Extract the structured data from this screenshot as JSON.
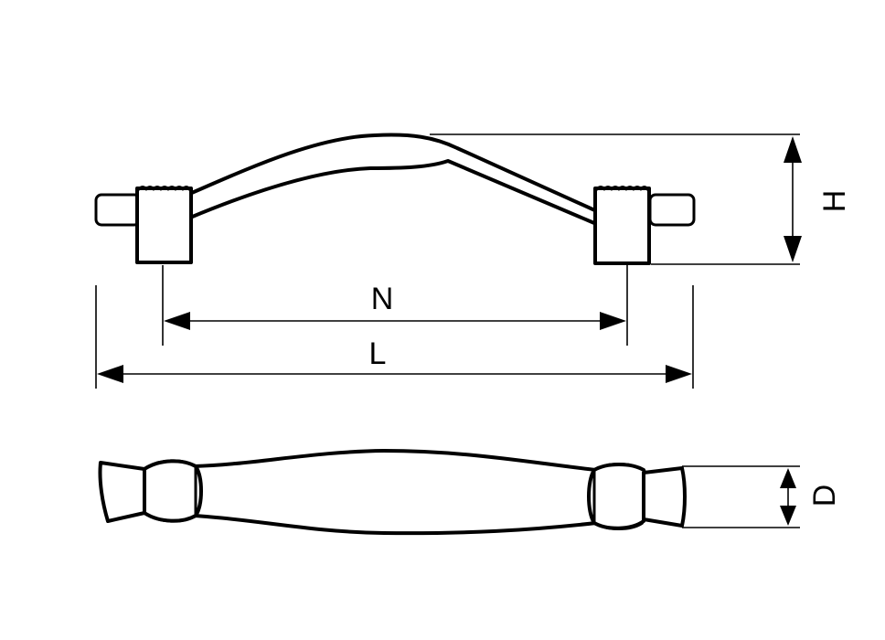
{
  "drawing": {
    "side_view": {
      "dimensions": {
        "hole_spacing_label": "N",
        "overall_length_label": "L",
        "height_label": "H"
      }
    },
    "top_view": {
      "dimensions": {
        "depth_label": "D"
      }
    }
  }
}
